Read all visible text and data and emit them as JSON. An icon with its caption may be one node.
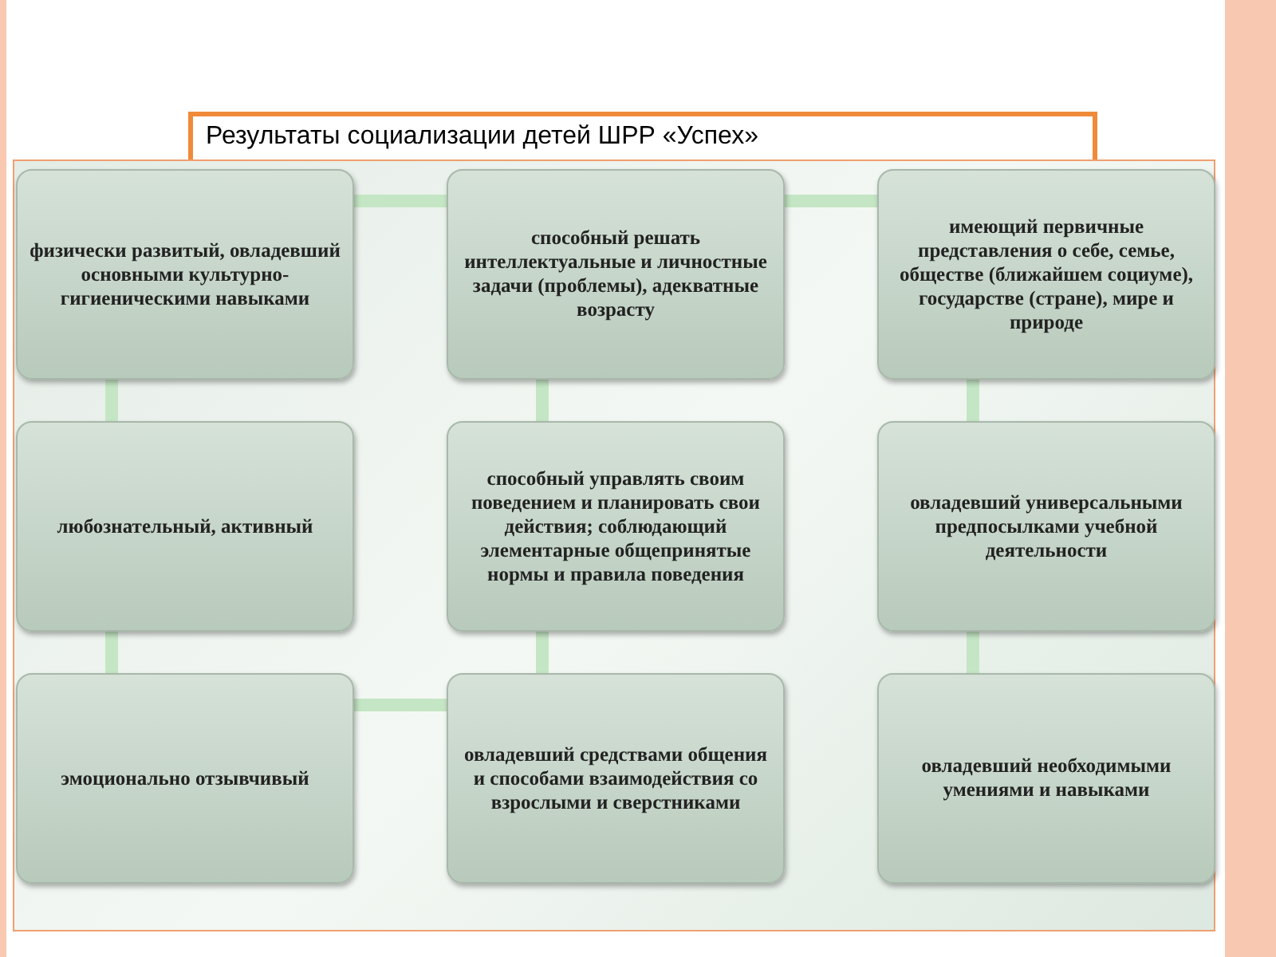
{
  "diagram": {
    "title": "Результаты социализации детей ШРР «Успех»",
    "nodes": [
      {
        "text": [
          "физически развитый, овладевший основными культурно-гигиеническими навыками"
        ]
      },
      {
        "text": [
          "способный решать интеллектуальные и личностные задачи (проблемы), адекватные возрасту"
        ]
      },
      {
        "text": [
          "имеющий первичные представления о себе, семье, обществе (ближайшем социуме), государстве (стране), мире и природе"
        ]
      },
      {
        "text": [
          "любознательный, активный"
        ]
      },
      {
        "text": [
          "способный управлять своим поведением и планировать свои действия; соблюдающий элементарные общепринятые нормы и правила поведения"
        ]
      },
      {
        "text": [
          "овладевший универсальными предпосылками учебной деятельности"
        ]
      },
      {
        "text": [
          "эмоционально отзывчивый"
        ]
      },
      {
        "text": [
          "овладевший средствами общения и способами взаимодействия со взрослыми и сверстниками"
        ]
      },
      {
        "text": [
          "овладевший необходимыми умениями и навыками"
        ]
      }
    ],
    "edges": [
      {
        "from": 0,
        "to": 1,
        "arrow": "none"
      },
      {
        "from": 1,
        "to": 2,
        "arrow": "none"
      },
      {
        "from": 0,
        "to": 3,
        "arrow": "none"
      },
      {
        "from": 3,
        "to": 6,
        "arrow": "none"
      },
      {
        "from": 1,
        "to": 4,
        "arrow": "none"
      },
      {
        "from": 4,
        "to": 7,
        "arrow": "none"
      },
      {
        "from": 2,
        "to": 5,
        "arrow": "none"
      },
      {
        "from": 5,
        "to": 8,
        "arrow": "none"
      },
      {
        "from": 6,
        "to": 7,
        "arrow": "none"
      }
    ]
  }
}
